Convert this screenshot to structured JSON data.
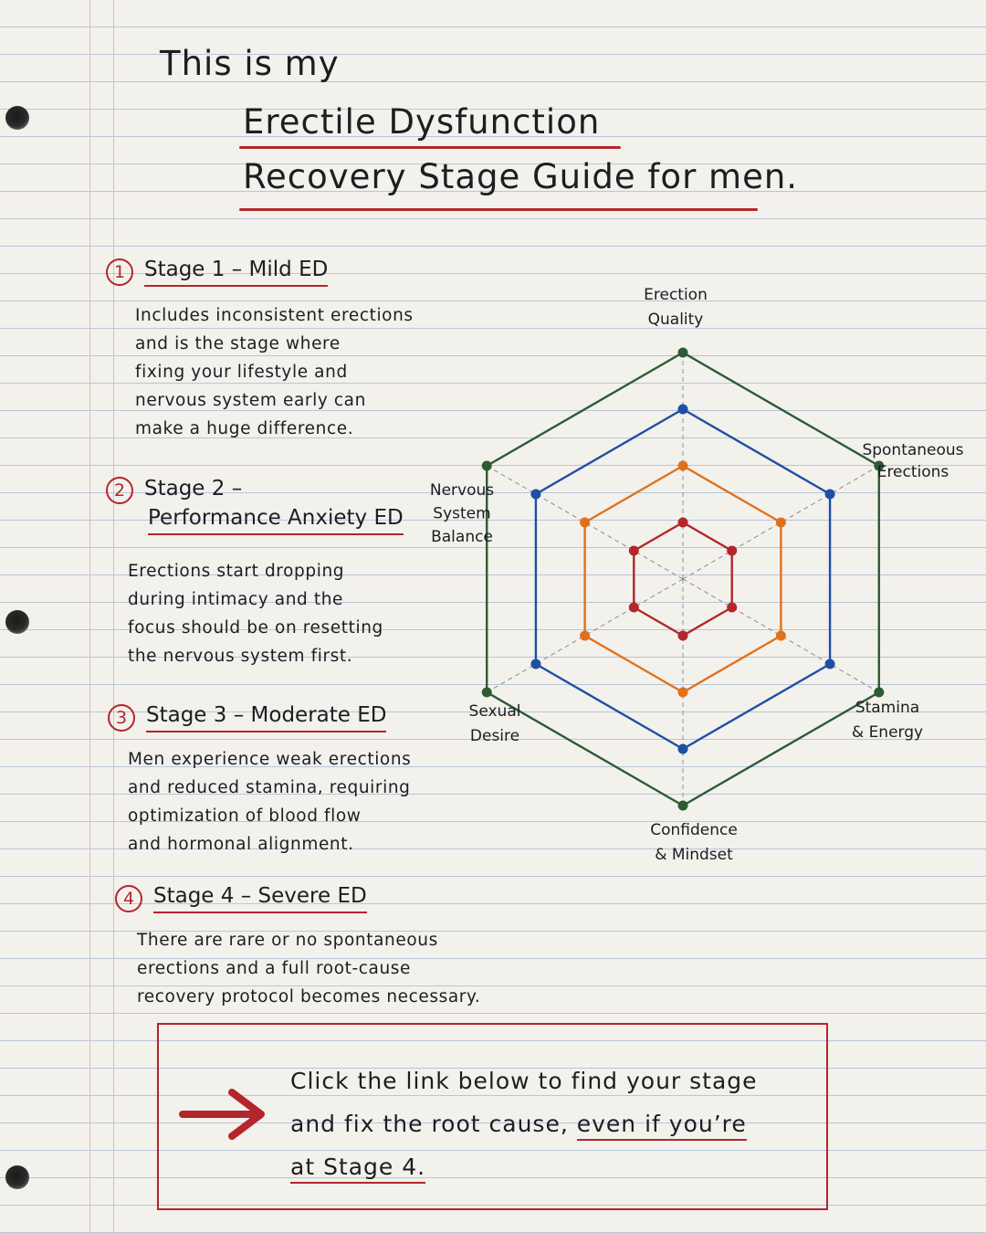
{
  "title": {
    "line1": "This is my",
    "line2": "Erectile Dysfunction",
    "line3": "Recovery Stage Guide for men."
  },
  "stages": [
    {
      "number": "1",
      "title": "Stage 1 – Mild ED",
      "body": [
        "Includes inconsistent erections",
        "and is the stage where",
        "fixing your lifestyle and",
        "nervous system early can",
        "make a huge difference."
      ]
    },
    {
      "number": "2",
      "title_line1": "Stage 2 –",
      "title_line2": "Performance Anxiety ED",
      "body": [
        "Erections start dropping",
        "during intimacy and the",
        "focus should be on resetting",
        "the nervous system first."
      ]
    },
    {
      "number": "3",
      "title": "Stage 3 – Moderate ED",
      "body": [
        "Men experience weak erections",
        "and reduced stamina, requiring",
        "optimization of blood flow",
        "and hormonal alignment."
      ]
    },
    {
      "number": "4",
      "title": "Stage 4 – Severe ED",
      "body": [
        "There are rare or no spontaneous",
        "erections and a full root-cause",
        "recovery protocol becomes necessary."
      ]
    }
  ],
  "chart_data": {
    "type": "radar",
    "axes": [
      "Erection Quality",
      "Spontaneous Erections",
      "Stamina & Energy",
      "Confidence & Mindset",
      "Sexual Desire",
      "Nervous System Balance"
    ],
    "axis_label_lines": [
      [
        "Erection",
        "Quality"
      ],
      [
        "Spontaneous",
        "Erections"
      ],
      [
        "Stamina",
        "& Energy"
      ],
      [
        "Confidence",
        "& Mindset"
      ],
      [
        "Sexual",
        "Desire"
      ],
      [
        "Nervous",
        "System",
        "Balance"
      ]
    ],
    "range": [
      0,
      4
    ],
    "grid_levels": 4,
    "grid": true,
    "series": [
      {
        "values": [
          1,
          1,
          1,
          1,
          1,
          1
        ],
        "color": "#b3262c"
      },
      {
        "values": [
          2,
          2,
          2,
          2,
          2,
          2
        ],
        "color": "#e0711c"
      },
      {
        "values": [
          3,
          3,
          3,
          3,
          3,
          3
        ],
        "color": "#1f4fa3"
      },
      {
        "values": [
          4,
          4,
          4,
          4,
          4,
          4
        ],
        "color": "#2e5a34"
      }
    ]
  },
  "cta": {
    "line1": "Click the link below to find your stage",
    "line2a": "and fix the root cause,",
    "line2b": "even if you’re",
    "line3": "at Stage 4."
  },
  "colors": {
    "accent_red": "#b3262c"
  }
}
